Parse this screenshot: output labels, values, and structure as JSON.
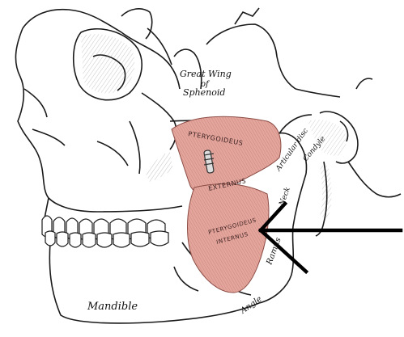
{
  "labels": {
    "great_wing_1": "Great Wing",
    "great_wing_2": "of",
    "great_wing_3": "Sphenoid",
    "pterygoideus_externus_1": "PTERYGOIDEUS",
    "pterygoideus_externus_2": "EXTERNUS",
    "pterygoideus_internus_1": "PTERYGOIDEUS",
    "pterygoideus_internus_2": "INTERNUS",
    "articular_disc": "Articular disc",
    "condyle": "Condyle",
    "neck": "Neck",
    "ramus": "Ramus",
    "angle": "Angle",
    "mandible": "Mandible"
  },
  "colors": {
    "muscle_fill": "#e3a59c",
    "muscle_shade": "#c9776d",
    "bone_outline": "#1a1a1a",
    "arrow": "#000000"
  }
}
